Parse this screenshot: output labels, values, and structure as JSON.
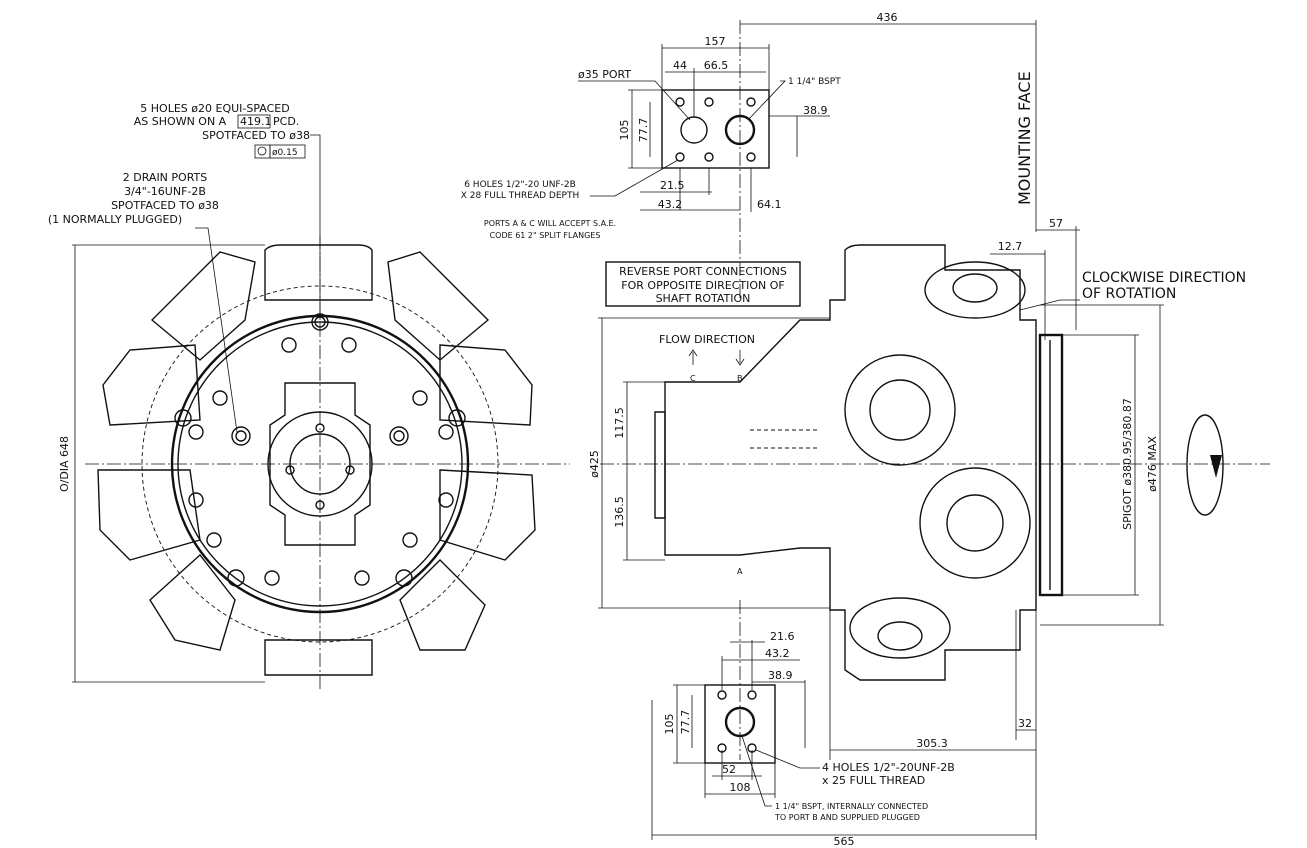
{
  "front_view": {
    "holes_note": [
      "5 HOLES ø20 EQUI-SPACED",
      "AS SHOWN ON A",
      "419.1",
      "PCD.",
      "SPOTFACED TO ø38"
    ],
    "position_tolerance": "ø0.15",
    "drain_ports": [
      "2 DRAIN PORTS",
      "3/4\"-16UNF-2B",
      "SPOTFACED TO ø38",
      "(1 NORMALLY PLUGGED)"
    ],
    "overall_dia": "O/DIA 648"
  },
  "top_port": {
    "d157": "157",
    "d44": "44",
    "d66_5": "66.5",
    "port_label": "ø35 PORT",
    "bspt": "1 1/4\" BSPT",
    "d105": "105",
    "d77_7": "77.7",
    "d38_9": "38.9",
    "holes": [
      "6 HOLES 1/2\"-20 UNF-2B",
      "X 28 FULL THREAD DEPTH"
    ],
    "d21_5": "21.5",
    "d43_2": "43.2",
    "d64_1": "64.1",
    "sae": [
      "PORTS A & C WILL ACCEPT S.A.E.",
      "CODE 61 2\" SPLIT FLANGES"
    ]
  },
  "side_view": {
    "d436": "436",
    "mounting_face": "MOUNTING FACE",
    "d57": "57",
    "d12_7": "12.7",
    "rotation": [
      "CLOCKWISE DIRECTION",
      "OF ROTATION"
    ],
    "reverse": [
      "REVERSE PORT CONNECTIONS",
      "FOR OPPOSITE DIRECTION OF",
      "SHAFT ROTATION"
    ],
    "flow": "FLOW DIRECTION",
    "port_c": "C",
    "port_b": "B",
    "port_a": "A",
    "d425": "ø425",
    "d117_5": "117.5",
    "d136_5": "136.5",
    "spigot": "SPIGOT ø380.95/380.87",
    "d476": "ø476 MAX",
    "d32": "32",
    "d305_3": "305.3",
    "d565": "565"
  },
  "bottom_port": {
    "d21_6": "21.6",
    "d43_2": "43.2",
    "d38_9": "38.9",
    "d105": "105",
    "d77_7": "77.7",
    "d52": "52",
    "d108": "108",
    "holes": [
      "4 HOLES 1/2\"-20UNF-2B",
      "x 25 FULL THREAD"
    ],
    "bspt": [
      "1 1/4\" BSPT, INTERNALLY CONNECTED",
      "TO PORT B AND SUPPLIED PLUGGED"
    ]
  }
}
